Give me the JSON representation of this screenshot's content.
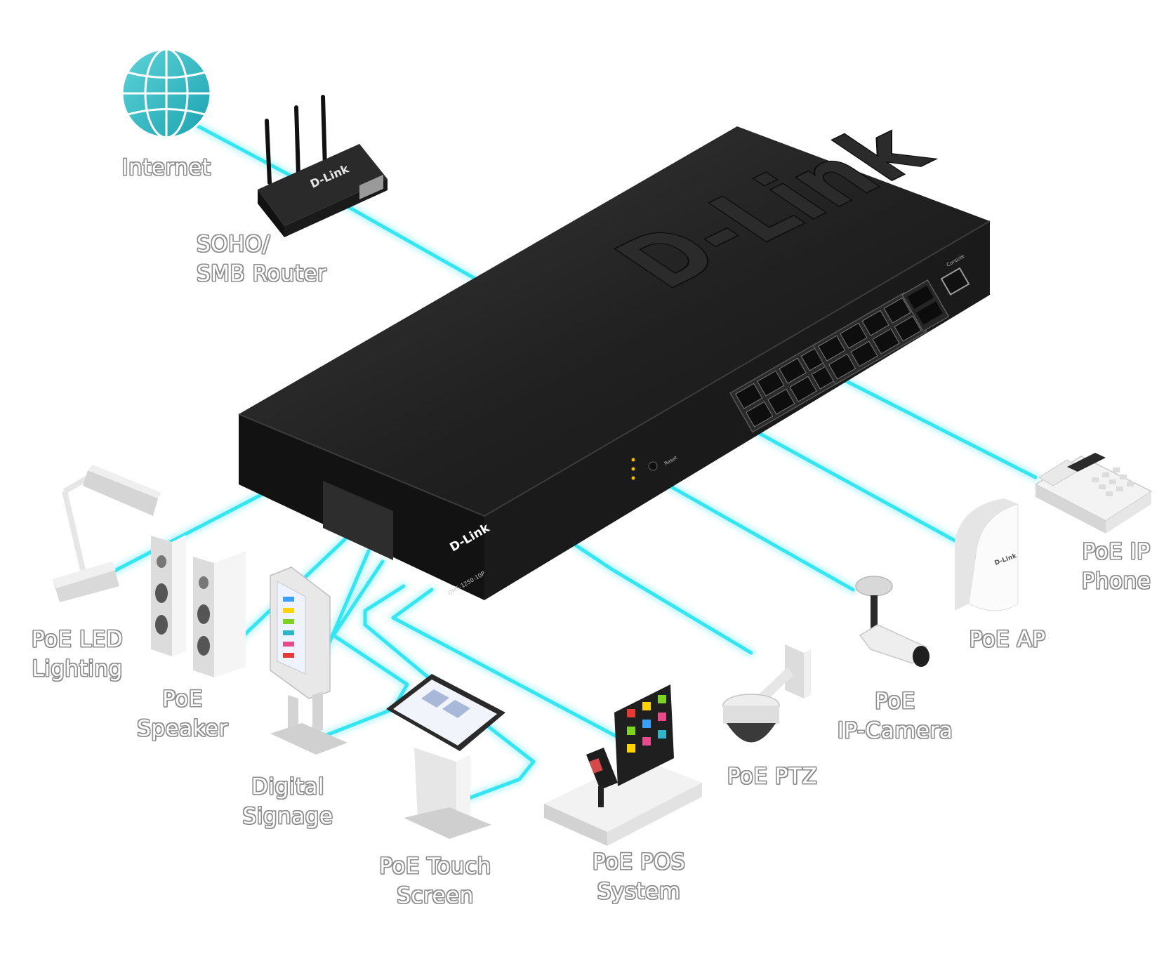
{
  "brand": {
    "switch_logo": "D-Link",
    "switch_front_logo": "D-Link",
    "switch_model": "DMS-1250-10P",
    "router_logo": "D-Link",
    "ap_logo": "D-Link",
    "console_label": "Console",
    "reset_label": "Reset"
  },
  "colors": {
    "cable": "#35e6f2",
    "cable_glow": "#b9f6fb",
    "switch_body": "#1c1c1c",
    "label_outline": "#8d8d8d"
  },
  "devices": {
    "internet": {
      "label_lines": [
        "Internet"
      ],
      "icon": "globe-icon"
    },
    "router": {
      "label_lines": [
        "SOHO/",
        "SMB Router"
      ],
      "icon": "router-icon"
    },
    "led": {
      "label_lines": [
        "PoE LED",
        "Lighting"
      ],
      "icon": "lamp-icon"
    },
    "speaker": {
      "label_lines": [
        "PoE",
        "Speaker"
      ],
      "icon": "speaker-icon"
    },
    "signage": {
      "label_lines": [
        "Digital",
        "Signage"
      ],
      "icon": "kiosk-icon"
    },
    "touch": {
      "label_lines": [
        "PoE Touch",
        "Screen"
      ],
      "icon": "touch-screen-icon"
    },
    "pos": {
      "label_lines": [
        "PoE POS",
        "System"
      ],
      "icon": "pos-terminal-icon"
    },
    "ptz": {
      "label_lines": [
        "PoE PTZ"
      ],
      "icon": "ptz-camera-icon"
    },
    "ipcam": {
      "label_lines": [
        "PoE",
        "IP-Camera"
      ],
      "icon": "bullet-camera-icon"
    },
    "ap": {
      "label_lines": [
        "PoE AP"
      ],
      "icon": "access-point-icon"
    },
    "phone": {
      "label_lines": [
        "PoE IP",
        "Phone"
      ],
      "icon": "ip-phone-icon"
    }
  }
}
